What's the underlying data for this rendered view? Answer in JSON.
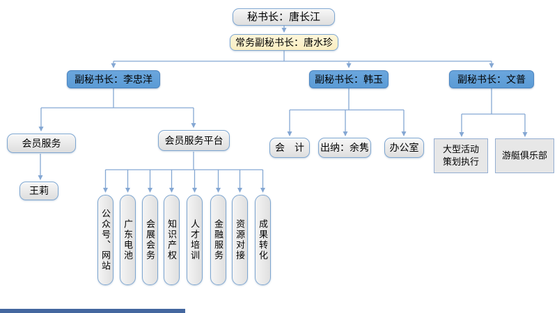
{
  "chart": {
    "nodes": {
      "secretary_general": "秘书长：唐长江",
      "executive_deputy_secretary": "常务副秘书长：唐水珍",
      "deputy_li": "副秘书长：李忠洋",
      "deputy_han": "副秘书长：韩玉",
      "deputy_wen": "副秘书长：文普",
      "member_service": "会员服务",
      "member_service_staff": "王莉",
      "member_service_platform": "会员服务平台",
      "accountant": "会　计",
      "cashier": "出纳：余隽",
      "office": "办公室",
      "large_event_planning": "大型活动策划执行",
      "yacht_club": "游艇俱乐部"
    },
    "platform_items": [
      "公众号、网站",
      "广东电池",
      "会展会务",
      "知识产权",
      "人才培训",
      "金融服务",
      "资源对接",
      "成果转化"
    ],
    "colors": {
      "node_blue": "#5b9bd5",
      "node_gray": "#e9e9e9",
      "node_yellow": "#fdf3d4",
      "connector_blue": "#84a7d3",
      "footer_bar_blue": "#44679f"
    }
  }
}
